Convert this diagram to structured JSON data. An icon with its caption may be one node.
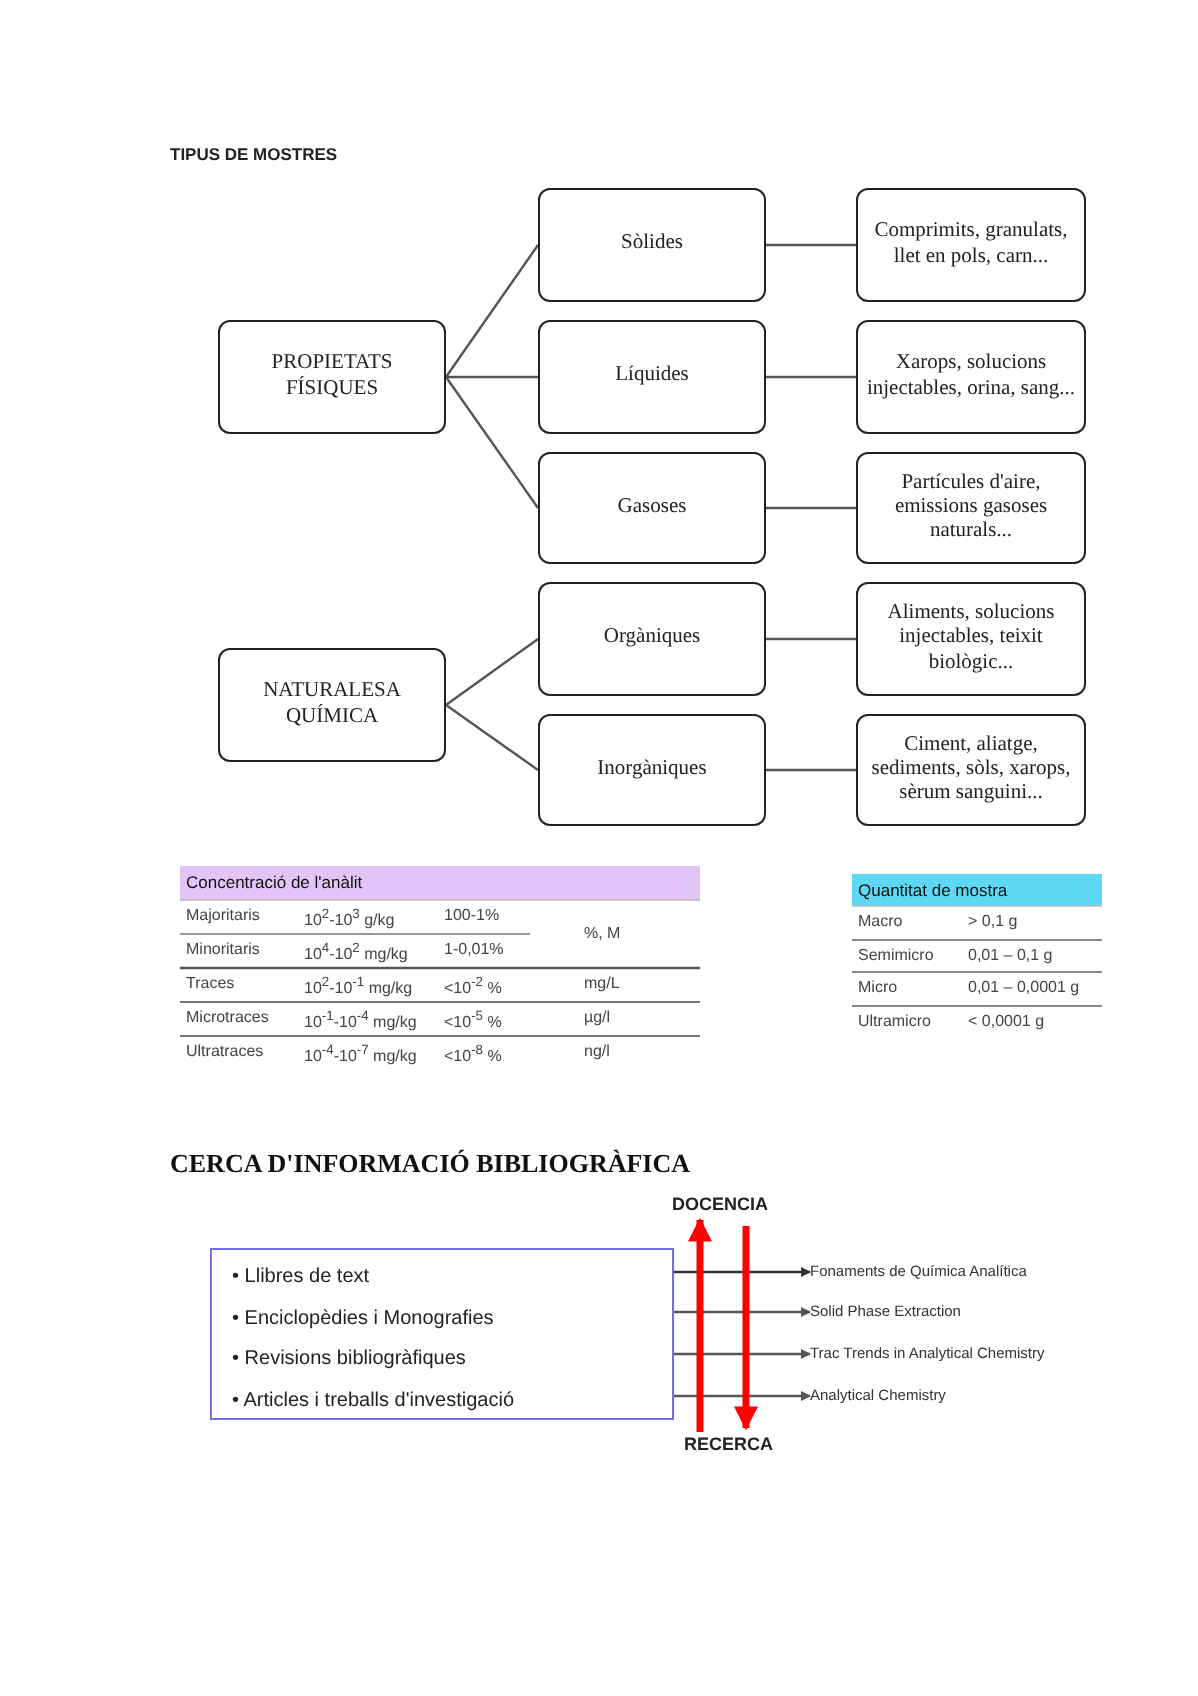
{
  "diagram": {
    "title": "TIPUS DE MOSTRES",
    "nodes": [
      {
        "text": [
          "PROPIETATS FÍSIQUES"
        ]
      },
      {
        "text": [
          "Sòlides"
        ]
      },
      {
        "text": [
          "Comprimits, granulats, llet en pols, carn..."
        ]
      },
      {
        "text": [
          "Líquides"
        ]
      },
      {
        "text": [
          "Xarops, solucions injectables, orina, sang..."
        ]
      },
      {
        "text": [
          "Gasoses"
        ]
      },
      {
        "text": [
          "Partícules d'aire, emissions gasoses naturals..."
        ]
      },
      {
        "text": [
          "NATURALESA QUÍMICA"
        ]
      },
      {
        "text": [
          "Orgàniques"
        ]
      },
      {
        "text": [
          "Aliments, solucions injectables, teixit biològic..."
        ]
      },
      {
        "text": [
          "Inorgàniques"
        ]
      },
      {
        "text": [
          "Ciment, aliatge, sediments, sòls, xarops, sèrum sanguini..."
        ]
      },
      {
        "text": [
          "• Llibres de text",
          "• Enciclopèdies i Monografies",
          "• Revisions bibliogràfiques",
          "• Articles i treballs d'investigació"
        ]
      },
      {
        "text": [
          "DOCENCIA"
        ]
      },
      {
        "text": [
          "RECERCA"
        ]
      },
      {
        "text": [
          "Fonaments de Química Analítica"
        ]
      },
      {
        "text": [
          "Solid Phase Extraction"
        ]
      },
      {
        "text": [
          "Trac Trends in Analytical Chemistry"
        ]
      },
      {
        "text": [
          "Analytical Chemistry"
        ]
      }
    ],
    "edges": [
      {
        "from": 0,
        "to": 1,
        "arrow": "none"
      },
      {
        "from": 0,
        "to": 3,
        "arrow": "none"
      },
      {
        "from": 0,
        "to": 5,
        "arrow": "none"
      },
      {
        "from": 1,
        "to": 2,
        "arrow": "none"
      },
      {
        "from": 3,
        "to": 4,
        "arrow": "none"
      },
      {
        "from": 5,
        "to": 6,
        "arrow": "none"
      },
      {
        "from": 7,
        "to": 8,
        "arrow": "none"
      },
      {
        "from": 7,
        "to": 10,
        "arrow": "none"
      },
      {
        "from": 8,
        "to": 9,
        "arrow": "none"
      },
      {
        "from": 10,
        "to": 11,
        "arrow": "none"
      },
      {
        "from": 12,
        "to": 15,
        "arrow": "to",
        "color": "#333333"
      },
      {
        "from": 12,
        "to": 16,
        "arrow": "to"
      },
      {
        "from": 12,
        "to": 17,
        "arrow": "to"
      },
      {
        "from": 12,
        "to": 18,
        "arrow": "to"
      },
      {
        "from": 14,
        "to": 13,
        "arrow": "to",
        "style": "thick",
        "color": "#ff0000"
      },
      {
        "from": 13,
        "to": 14,
        "arrow": "to",
        "style": "thick",
        "color": "#ff0000"
      }
    ],
    "labels": [
      "Concentració de l'anàlit",
      "Majoritaris",
      "10$^{2}$-10$^{3}$ g/kg",
      "100-1%",
      "%, M",
      "Minoritaris",
      "10$^{4}$-10$^{2}$ mg/kg",
      "1-0,01%",
      "Traces",
      "10$^{2}$-10$^{-1}$ mg/kg",
      "<10$^{-2}$ %",
      "mg/L",
      "Microtraces",
      "10$^{-1}$-10$^{-4}$ mg/kg",
      "<10$^{-5}$ %",
      "µg/l",
      "Ultratraces",
      "10$^{-4}$-10$^{-7}$ mg/kg",
      "<10$^{-8}$ %",
      "ng/l",
      "Quantitat de mostra",
      "Macro",
      "> 0,1 g",
      "Semimicro",
      "0,01 – 0,1 g",
      "Micro",
      "0,01 – 0,0001 g",
      "Ultramicro",
      "< 0,0001 g",
      "CERCA D'INFORMACIÓ BIBLIOGRÀFICA"
    ]
  }
}
